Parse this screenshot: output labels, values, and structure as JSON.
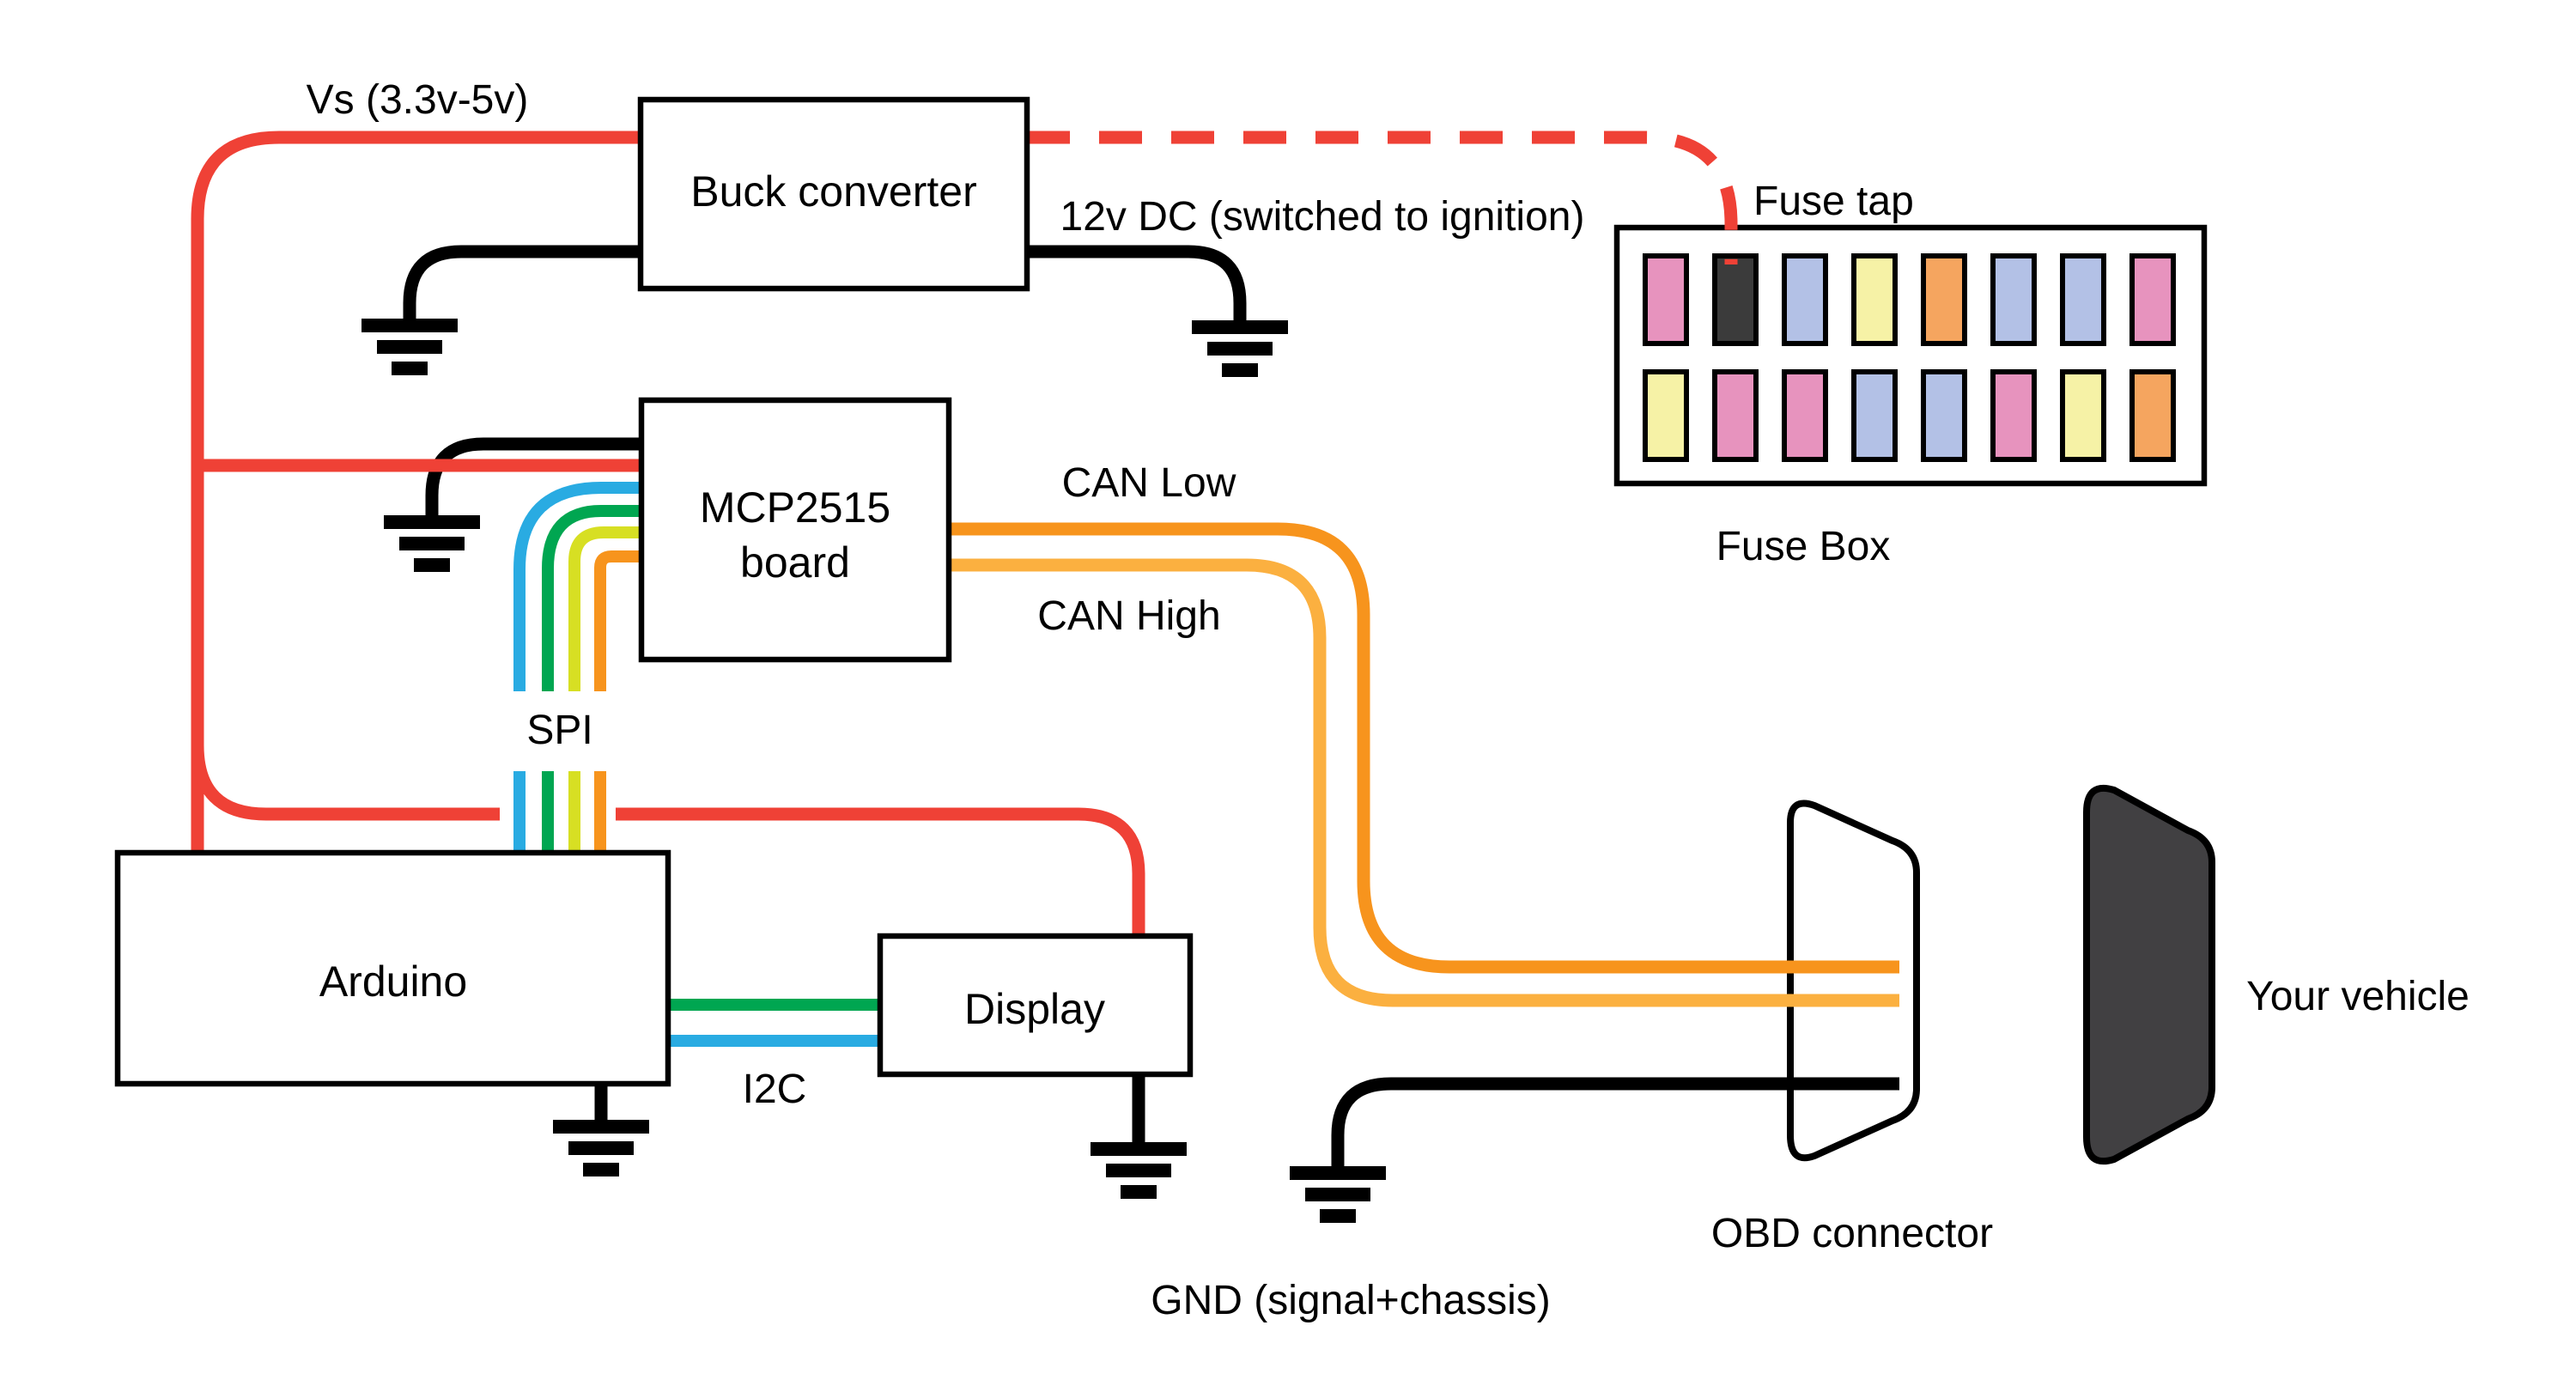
{
  "diagram": {
    "kind": "wiring-diagram",
    "components": {
      "buck_converter": {
        "label": "Buck converter"
      },
      "mcp2515": {
        "label_line1": "MCP2515",
        "label_line2": "board"
      },
      "arduino": {
        "label": "Arduino"
      },
      "display": {
        "label": "Display"
      },
      "fuse_box": {
        "label": "Fuse Box"
      },
      "obd_connector": {
        "label": "OBD connector"
      },
      "vehicle": {
        "label": "Your vehicle",
        "fill": "#414042"
      }
    },
    "wire_labels": {
      "vs": "Vs (3.3v-5v)",
      "twelve_v": "12v DC (switched to ignition)",
      "fuse_tap": "Fuse tap",
      "can_low": "CAN Low",
      "can_high": "CAN High",
      "spi": "SPI",
      "i2c": "I2C",
      "gnd": "GND (signal+chassis)"
    },
    "wire_colors": {
      "power_red": "#EF4136",
      "ground_black": "#000000",
      "can_low_orange": "#F7941D",
      "can_high_orange": "#FBB040",
      "spi_blue": "#29ABE2",
      "spi_green": "#00A651",
      "spi_yellow": "#D7DF23",
      "spi_orange": "#F7941D",
      "i2c_green": "#00A651",
      "i2c_blue": "#29ABE2"
    },
    "fuse_palette": {
      "pink": "#E793BE",
      "dark": "#3B3B3B",
      "blue": "#B3C1E6",
      "yellow": "#F6F2A6",
      "orange": "#F5A55F"
    },
    "fuse_rows": [
      [
        "pink",
        "dark",
        "blue",
        "yellow",
        "orange",
        "blue",
        "blue",
        "pink"
      ],
      [
        "yellow",
        "pink",
        "pink",
        "blue",
        "blue",
        "pink",
        "yellow",
        "orange"
      ]
    ],
    "tapped_fuse": {
      "row": 0,
      "index": 1,
      "color": "dark"
    }
  }
}
